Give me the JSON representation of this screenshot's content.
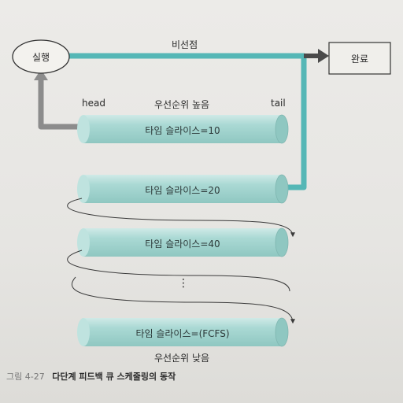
{
  "nodes": {
    "run": "실행",
    "done": "완료"
  },
  "labels": {
    "preempt": "비선점",
    "head": "head",
    "tail": "tail",
    "priority_high": "우선순위 높음",
    "priority_low": "우선순위 낮음",
    "ellipsis": "⋮"
  },
  "queues": [
    "타임 슬라이스=10",
    "타임 슬라이스=20",
    "타임 슬라이스=40",
    "타임 슬라이스=(FCFS)"
  ],
  "caption": {
    "figure": "그림 4-27",
    "title": "다단계 피드백 큐 스케줄링의 동작"
  },
  "colors": {
    "arrow_teal": "#55b7b6",
    "arrow_gray": "#8c8c8c",
    "queue_fill": "#a9d9d5"
  }
}
